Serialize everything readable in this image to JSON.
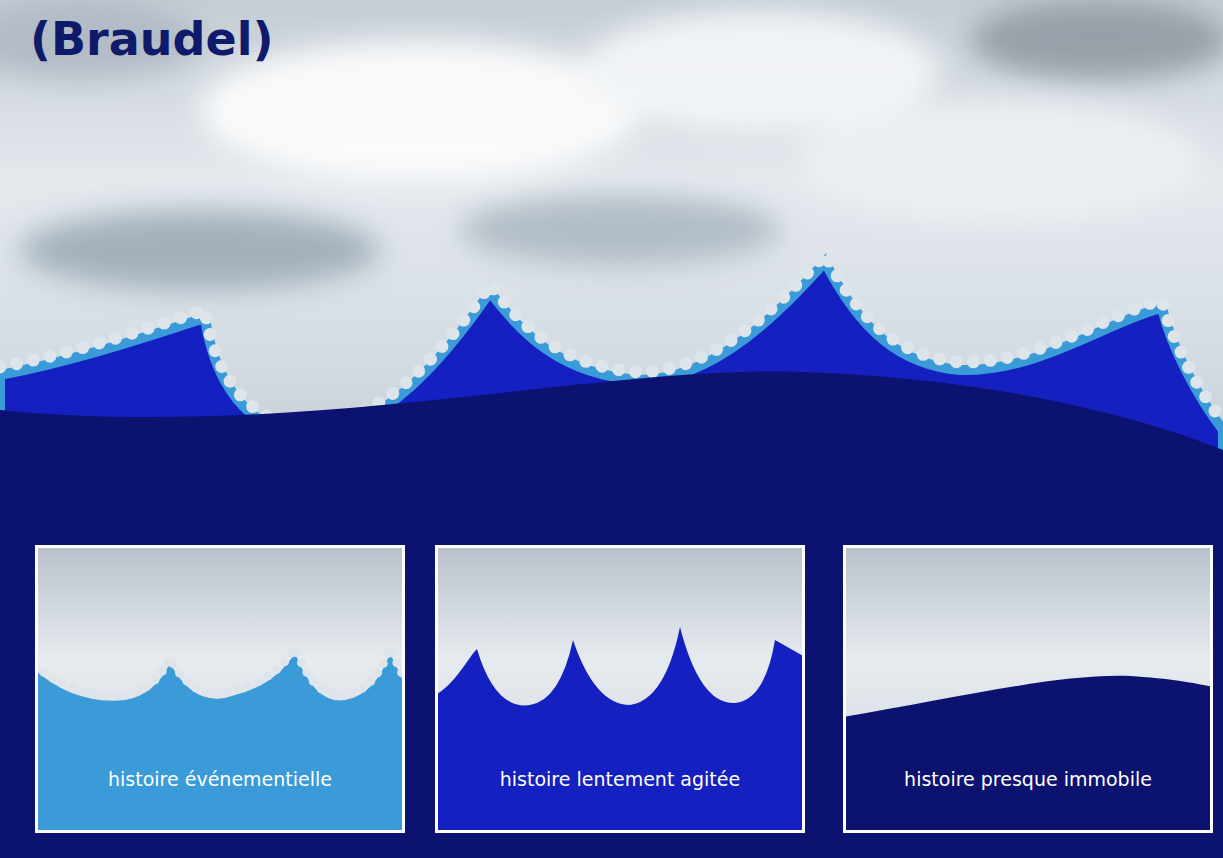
{
  "diagram": {
    "title": "(Braudel)",
    "nodes": [
      {
        "text": [
          "histoire événementielle"
        ]
      },
      {
        "text": [
          "histoire lentement agitée"
        ]
      },
      {
        "text": [
          "histoire presque immobile"
        ]
      }
    ]
  }
}
